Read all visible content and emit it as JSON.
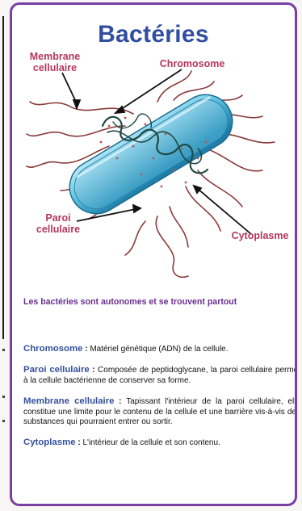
{
  "title": "Bactéries",
  "labels": {
    "membrane": "Membrane cellulaire",
    "chromosome": "Chromosome",
    "paroi": "Paroi cellulaire",
    "cytoplasme": "Cytoplasme"
  },
  "subtitle": "Les bactéries sont autonomes et se trouvent partout",
  "definitions": [
    {
      "term": "Chromosome",
      "sep": " : ",
      "text": "Matériel génétique (ADN) de la cellule."
    },
    {
      "term": "Paroi cellulaire",
      "sep": " : ",
      "text": "Composée de peptidoglycane, la paroi cellulaire permet à la cellule bactérienne de conserver sa forme."
    },
    {
      "term": "Membrane cellulaire",
      "sep": " : ",
      "text": "Tapissant l'intérieur de la paroi cellulaire, elle constitue une limite pour le contenu de la cellule et une barrière vis-à-vis des substances qui pourraient entrer ou sortir."
    },
    {
      "term": "Cytoplasme",
      "sep": " : ",
      "text": "L'intérieur de la cellule et son contenu."
    }
  ],
  "colors": {
    "border": "#7b3fa3",
    "title": "#2f4ea0",
    "label": "#b4375e",
    "term": "#34509e",
    "cell_body": "#5bc0e0",
    "flagella": "#8a3a3a"
  }
}
